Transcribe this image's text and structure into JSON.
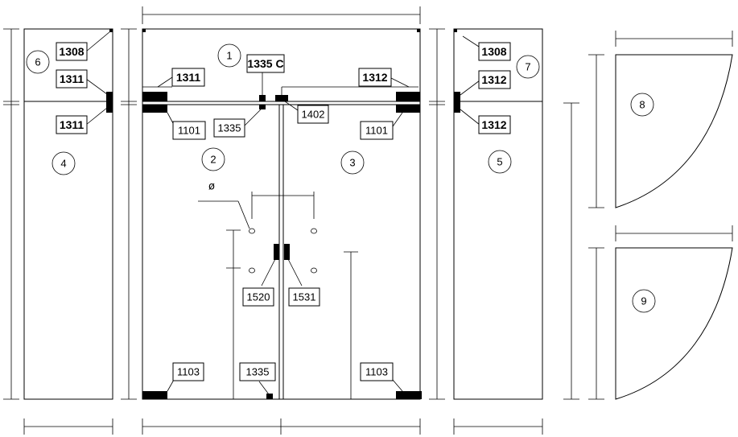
{
  "panels": {
    "p1": "1",
    "p2": "2",
    "p3": "3",
    "p4": "4",
    "p5": "5",
    "p6": "6",
    "p7": "7",
    "p8": "8",
    "p9": "9"
  },
  "tags": {
    "t1308a": "1308",
    "t1311a": "1311",
    "t1311b": "1311",
    "t1311c": "1311",
    "t1335c": "1335 C",
    "t1312a": "1312",
    "t1402": "1402",
    "t1101a": "1101",
    "t1335a": "1335",
    "t1101b": "1101",
    "t1308b": "1308",
    "t1312b": "1312",
    "t1312c": "1312",
    "t1520": "1520",
    "t1531": "1531",
    "t1103a": "1103",
    "t1335b": "1335",
    "t1103b": "1103"
  },
  "symbols": {
    "diameter": "ø"
  }
}
